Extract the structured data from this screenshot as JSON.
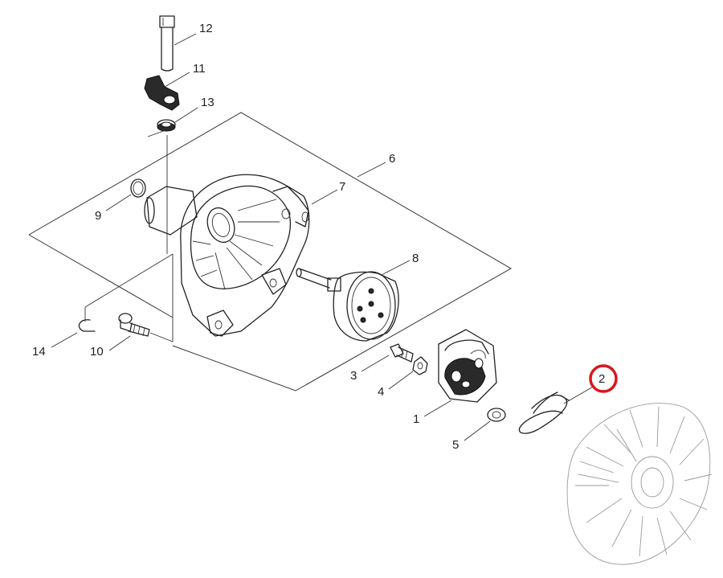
{
  "diagram": {
    "callouts": [
      {
        "id": "12",
        "label": "12"
      },
      {
        "id": "11",
        "label": "11"
      },
      {
        "id": "13",
        "label": "13"
      },
      {
        "id": "6",
        "label": "6"
      },
      {
        "id": "7",
        "label": "7"
      },
      {
        "id": "9",
        "label": "9"
      },
      {
        "id": "8",
        "label": "8"
      },
      {
        "id": "14",
        "label": "14"
      },
      {
        "id": "10",
        "label": "10"
      },
      {
        "id": "3",
        "label": "3"
      },
      {
        "id": "4",
        "label": "4"
      },
      {
        "id": "1",
        "label": "1"
      },
      {
        "id": "5",
        "label": "5"
      },
      {
        "id": "2",
        "label": "2"
      }
    ],
    "highlighted_callout": "2",
    "highlight_color": "#d9161c"
  }
}
